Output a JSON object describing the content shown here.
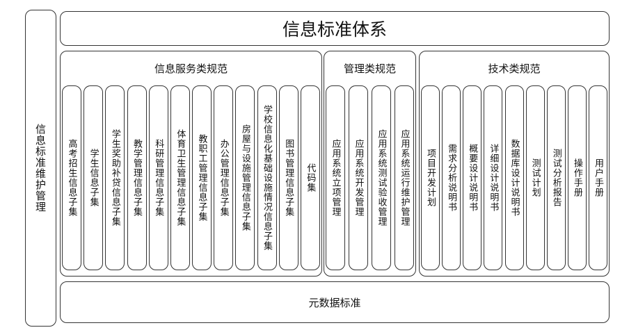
{
  "left_label": "信息标准维护管理",
  "title": "信息标准体系",
  "bottom_label": "元数据标准",
  "groups": [
    {
      "title": "信息服务类规范",
      "items": [
        "高考招生信息子集",
        "学生信息子集",
        "学生奖助补贷信息子集",
        "教学管理信息子集",
        "科研管理信息子集",
        "体育卫生管理信息子集",
        "教职工管理信息子集",
        "办公管理信息子集",
        "房屋与设施管理信息子集",
        "学校信息化基础设施情况信息子集",
        "图书管理信息子集",
        "代码集"
      ]
    },
    {
      "title": "管理类规范",
      "items": [
        "应用系统立项管理",
        "应用系统开发管理",
        "应用系统测试验收管理",
        "应用系统运行维护管理"
      ]
    },
    {
      "title": "技术类规范",
      "items": [
        "项目开发计划",
        "需求分析说明书",
        "概要设计说明书",
        "详细设计说明书",
        "数据库设计说明书",
        "测试计划",
        "测试分析报告",
        "操作手册",
        "用户手册"
      ]
    }
  ]
}
